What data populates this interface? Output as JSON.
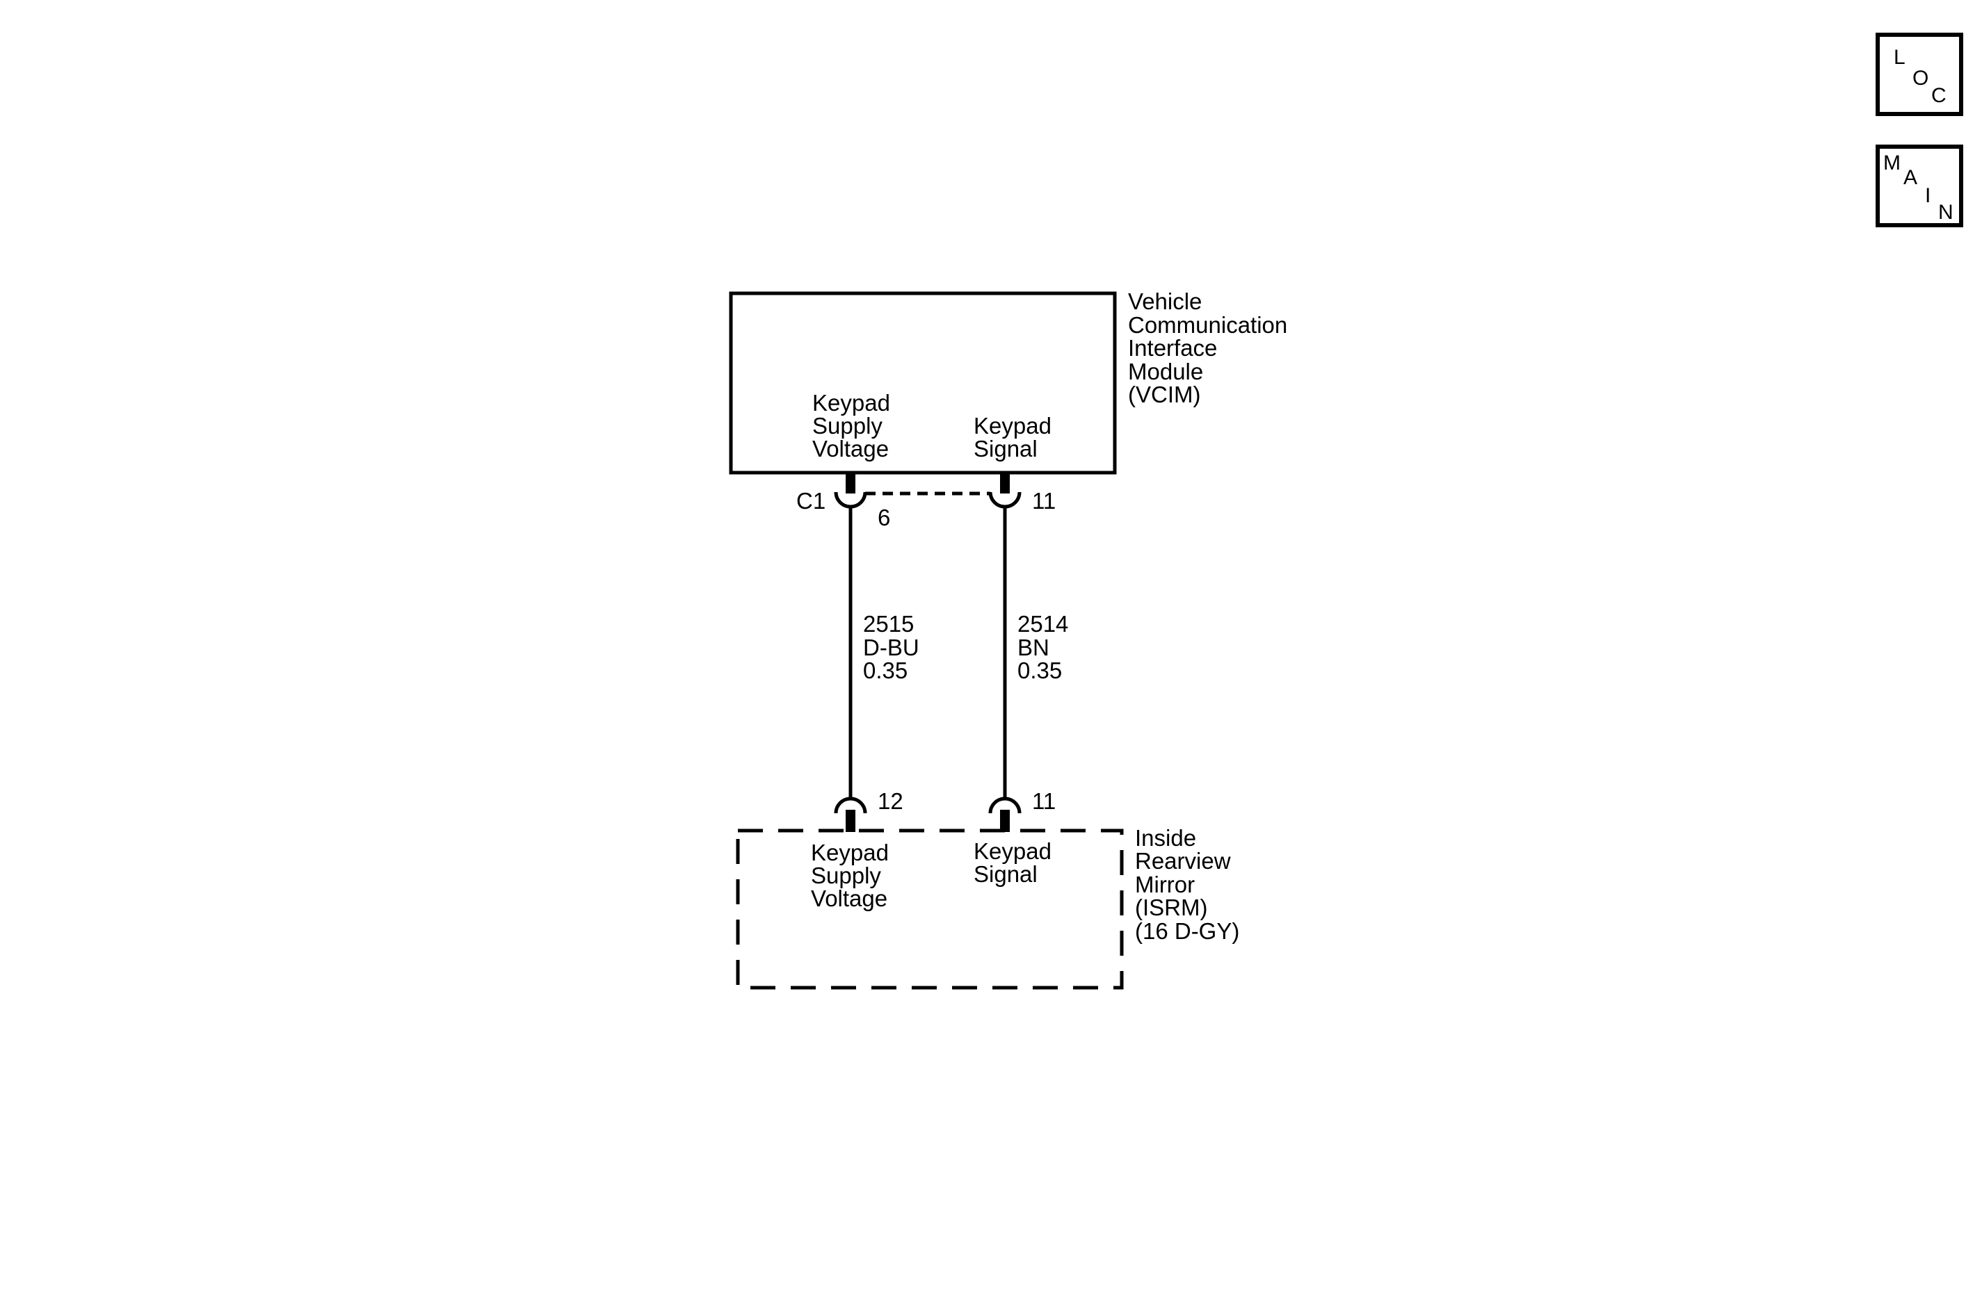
{
  "nav": {
    "loc": [
      "L",
      "O",
      "C"
    ],
    "main": [
      "M",
      "A",
      "I",
      "N"
    ]
  },
  "vcim": {
    "name_lines": [
      "Vehicle",
      "Communication",
      "Interface",
      "Module",
      "(VCIM)"
    ],
    "pin_left_label": [
      "Keypad",
      "Supply",
      "Voltage"
    ],
    "pin_right_label": [
      "Keypad",
      "Signal"
    ],
    "connector": "C1",
    "pin_left": "6",
    "pin_right": "11"
  },
  "wires": [
    {
      "circuit": "2515",
      "color": "D-BU",
      "gauge": "0.35"
    },
    {
      "circuit": "2514",
      "color": "BN",
      "gauge": "0.35"
    }
  ],
  "isrm": {
    "name_lines": [
      "Inside",
      "Rearview",
      "Mirror",
      "(ISRM)",
      "(16 D-GY)"
    ],
    "pin_left_label": [
      "Keypad",
      "Supply",
      "Voltage"
    ],
    "pin_right_label": [
      "Keypad",
      "Signal"
    ],
    "pin_left": "12",
    "pin_right": "11"
  }
}
